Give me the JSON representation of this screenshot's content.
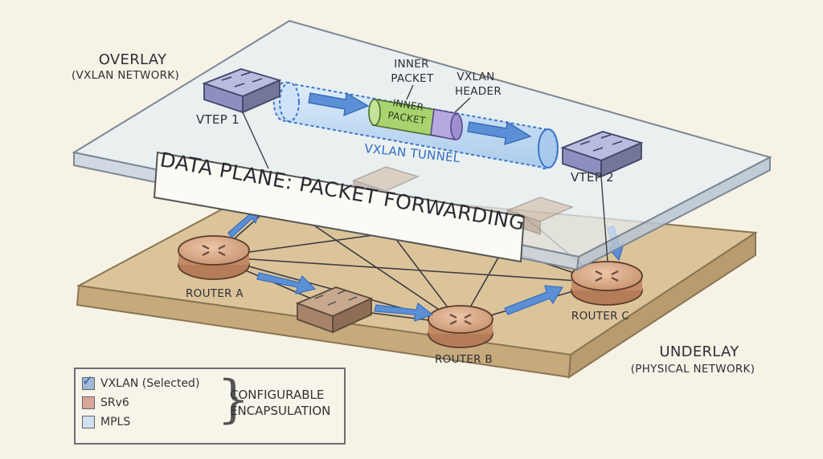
{
  "labels": {
    "overlay": "OVERLAY",
    "overlay_sub": "(VXLAN NETWORK)",
    "inner_packet_top": "INNER",
    "inner_packet_bottom": "PACKET",
    "vxlan_header_top": "VXLAN",
    "vxlan_header_bottom": "HEADER",
    "tunnel_inner_top": "INNER",
    "tunnel_inner_bottom": "PACKET",
    "vtep1": "VTEP 1",
    "vtep2": "VTEP 2",
    "tunnel": "VXLAN TUNNEL",
    "banner": "DATA PLANE: PACKET FORWARDING",
    "router_a": "ROUTER A",
    "router_b": "ROUTER B",
    "router_c": "ROUTER C",
    "underlay": "UNDERLAY",
    "underlay_sub": "(PHYSICAL NETWORK)"
  },
  "legend": {
    "items": [
      {
        "label": "VXLAN (Selected)",
        "color": "#9fb8d6",
        "checked": true
      },
      {
        "label": "SRv6",
        "color": "#d9a79a",
        "checked": false
      },
      {
        "label": "MPLS",
        "color": "#cfe0ef",
        "checked": false
      }
    ],
    "encap_line1": "CONFIGURABLE",
    "encap_line2": "ENCAPSULATION"
  },
  "colors": {
    "overlay_plane": "#dde8f1",
    "underlay_plane": "#d9c39a",
    "tunnel": "#bcd6f2",
    "arrow": "#5b8fd6",
    "router": "#d5a98a",
    "switch": "#9ea3c6",
    "inner_packet": "#a8d36f",
    "vxlan_header": "#b7a9df"
  }
}
